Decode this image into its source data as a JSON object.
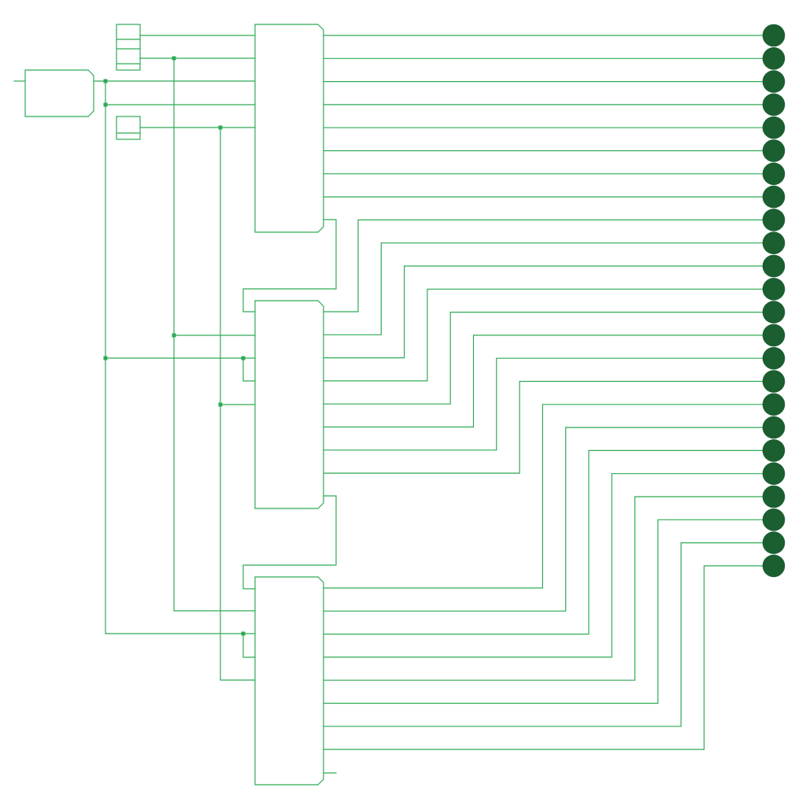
{
  "diagram": {
    "kind": "logic-circuit-schematic",
    "colors": {
      "wire": "#2eaa55",
      "junction": "#2eaa55",
      "led": "#1b5e30",
      "background": "#ffffff"
    },
    "components": {
      "clock_source": 1,
      "input_registers": 2,
      "shift_register_chips": 3,
      "chip_outputs_each": 8,
      "output_leds": 24
    }
  }
}
